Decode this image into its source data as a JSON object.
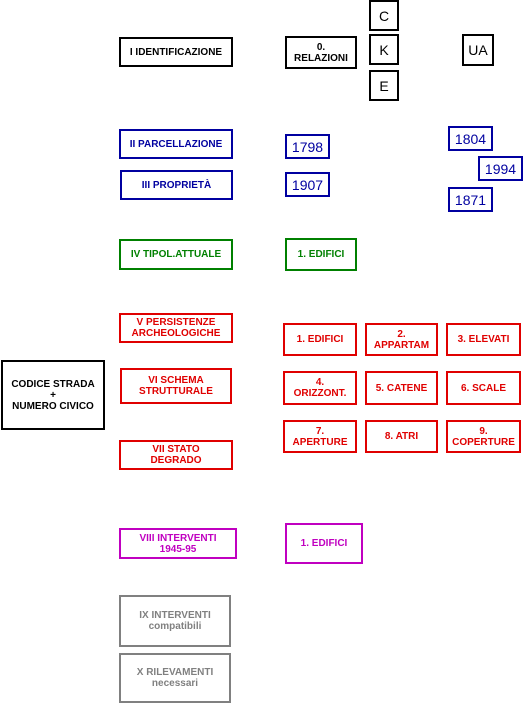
{
  "colors": {
    "black": "#000000",
    "blue": "#0000a0",
    "green": "#008000",
    "red": "#e00000",
    "magenta": "#c000c0",
    "gray": "#808080"
  },
  "root": {
    "label": "CODICE STRADA\n+\nNUMERO CIVICO"
  },
  "sections": {
    "s1": "I IDENTIFICAZIONE",
    "s2": "II PARCELLAZIONE",
    "s3": "III PROPRIETÀ",
    "s4": "IV TIPOL.ATTUALE",
    "s5": "V  PERSISTENZE\nARCHEOLOGICHE",
    "s6": "VI  SCHEMA\nSTRUTTURALE",
    "s7": "VII STATO\nDEGRADO",
    "s8": "VIII INTERVENTI\n1945-95",
    "s9": "IX INTERVENTI\ncompatibili",
    "s10": "X  RILEVAMENTI\nnecessari"
  },
  "identification": {
    "relazioni": "0.\nRELAZIONI",
    "c": "C",
    "k": "K",
    "e": "E",
    "ua": "UA"
  },
  "years": {
    "y1798": "1798",
    "y1907": "1907",
    "y1804": "1804",
    "y1994": "1994",
    "y1871": "1871"
  },
  "tipologia": {
    "edifici": "1. EDIFICI"
  },
  "structure": {
    "i1": "1. EDIFICI",
    "i2": "2.\nAPPARTAM",
    "i3": "3. ELEVATI",
    "i4": "4.\nORIZZONT.",
    "i5": "5. CATENE",
    "i6": "6. SCALE",
    "i7": "7.\nAPERTURE",
    "i8": "8. ATRI",
    "i9": "9.\nCOPERTURE"
  },
  "interventi": {
    "edifici": "1. EDIFICI"
  }
}
